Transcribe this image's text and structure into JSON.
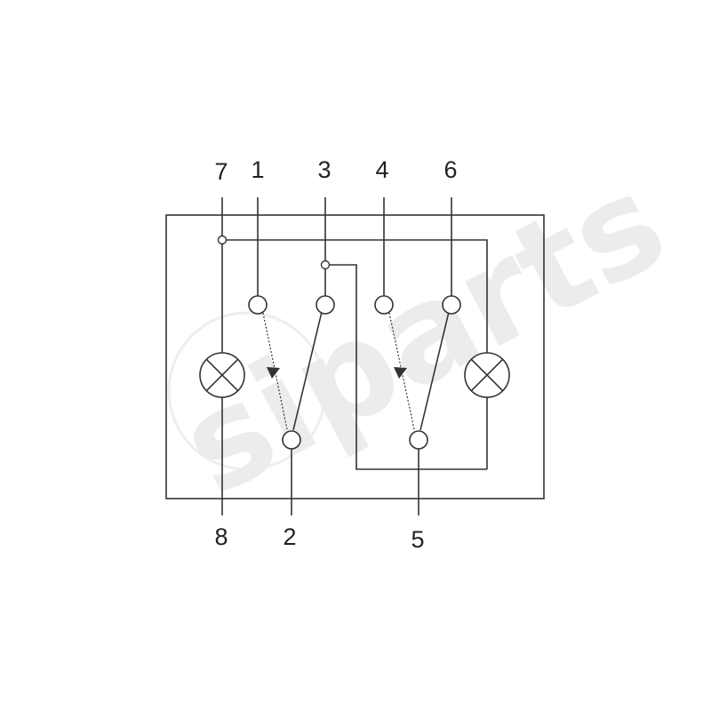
{
  "colors": {
    "line": "#333333",
    "watermark": "#ececec",
    "background": "#ffffff"
  },
  "watermark": {
    "text": "siparts"
  },
  "pins": {
    "p7": "7",
    "p1": "1",
    "p3": "3",
    "p4": "4",
    "p6": "6",
    "p8": "8",
    "p2": "2",
    "p5": "5"
  },
  "icons": [
    "lamp-icon",
    "switch-contact-icon",
    "junction-dot-icon",
    "arrow-icon"
  ]
}
